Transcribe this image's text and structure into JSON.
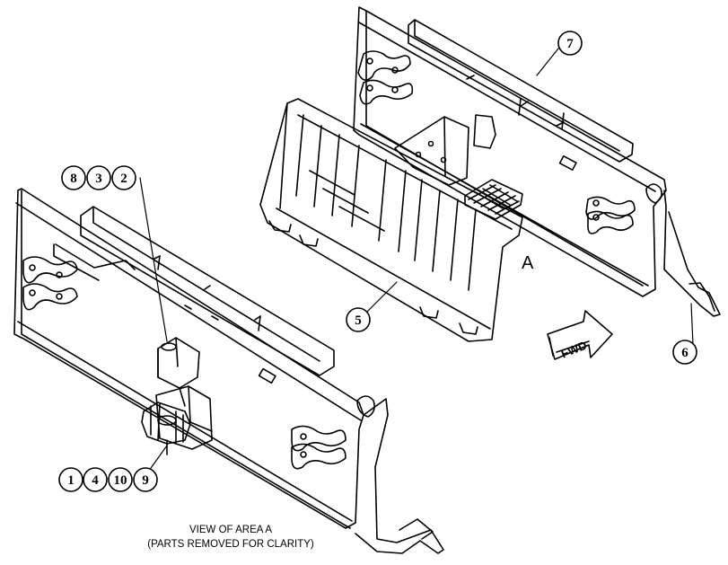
{
  "callouts": {
    "c1": "1",
    "c2": "2",
    "c3": "3",
    "c4": "4",
    "c5": "5",
    "c6": "6",
    "c7": "7",
    "c8": "8",
    "c9": "9",
    "c10": "10"
  },
  "area_label": "A",
  "fwd_label": "FWD",
  "caption": {
    "line1": "VIEW OF AREA A",
    "line2": "(PARTS REMOVED FOR CLARITY)"
  },
  "colors": {
    "line": "#000000",
    "background": "#ffffff"
  }
}
